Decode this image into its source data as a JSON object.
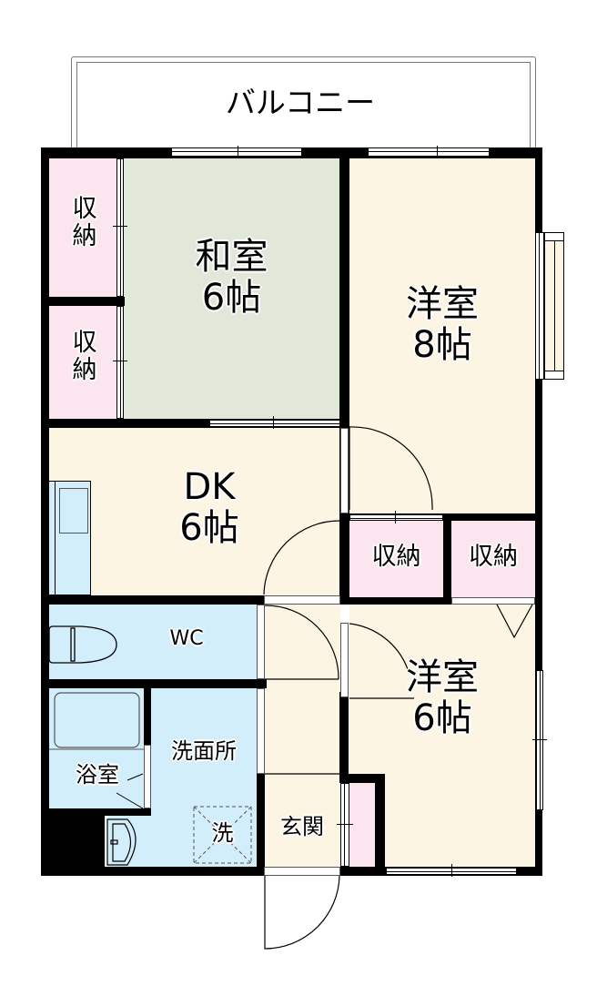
{
  "floorplan": {
    "balcony": {
      "label": "バルコニー"
    },
    "rooms": {
      "washitsu": {
        "name": "和室",
        "size": "6帖",
        "color": "#e1e7d9"
      },
      "yoshitsu8": {
        "name": "洋室",
        "size": "8帖",
        "color": "#fdf5e3"
      },
      "dk": {
        "name": "DK",
        "size": "6帖",
        "color": "#fdf5e3"
      },
      "yoshitsu6": {
        "name": "洋室",
        "size": "6帖",
        "color": "#fdf5e3"
      },
      "wc": {
        "name": "WC",
        "color": "#d2eefb"
      },
      "senmenjo": {
        "name": "洗面所",
        "color": "#d2eefb"
      },
      "yokushitsu": {
        "name": "浴室",
        "color": "#d2eefb"
      },
      "genkan": {
        "name": "玄関",
        "color": "#fdf5e3"
      },
      "washer": {
        "name": "洗"
      }
    },
    "storage": [
      {
        "name": "収",
        "name2": "納",
        "label": "収納"
      },
      {
        "name": "収",
        "name2": "納",
        "label": "収納"
      },
      {
        "label": "収納"
      },
      {
        "label": "収納"
      }
    ],
    "colors": {
      "storage": "#fbe5ef",
      "wall": "#000000",
      "wet_area": "#d2eefb",
      "floor": "#fdf5e3",
      "tatami": "#e1e7d9"
    }
  }
}
